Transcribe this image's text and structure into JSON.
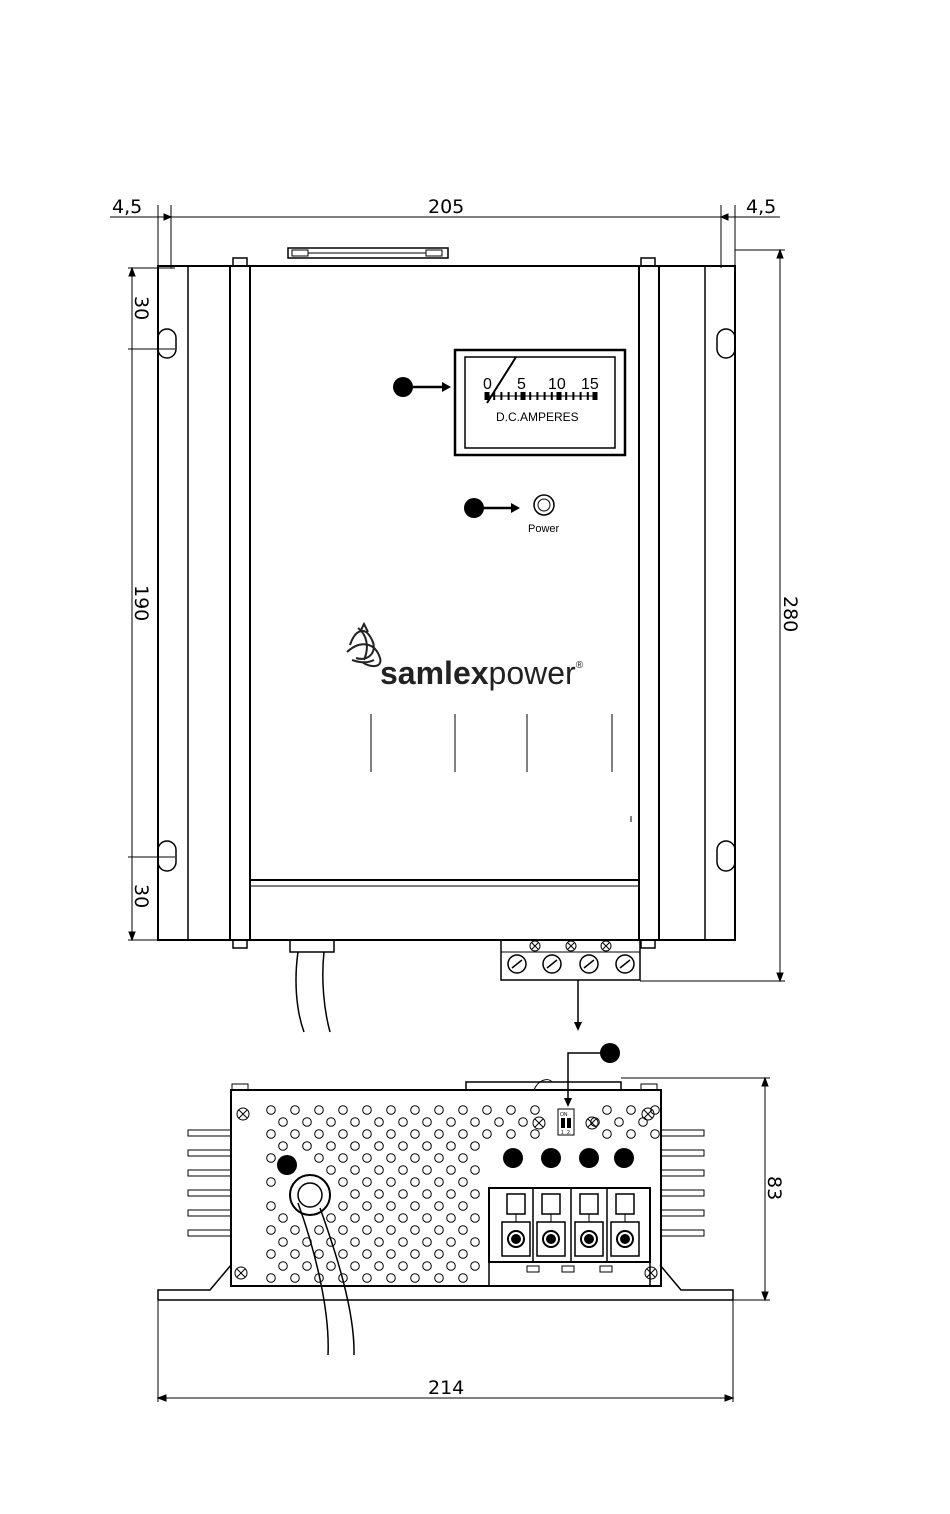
{
  "dimensions": {
    "left_margin": "4,5",
    "top_width": "205",
    "right_margin": "4,5",
    "top_slot": "30",
    "middle_span": "190",
    "bottom_slot": "30",
    "total_height": "280",
    "side_height": "83",
    "bottom_width": "214"
  },
  "meter": {
    "ticks": [
      "0",
      "5",
      "10",
      "15"
    ],
    "unit_label": "D.C.AMPERES"
  },
  "power_label": "Power",
  "brand": {
    "bold_part": "samlex",
    "light_part": "power",
    "registered": "®"
  },
  "dip_switch": {
    "on_label": "ON",
    "positions": [
      "1",
      "2"
    ]
  }
}
